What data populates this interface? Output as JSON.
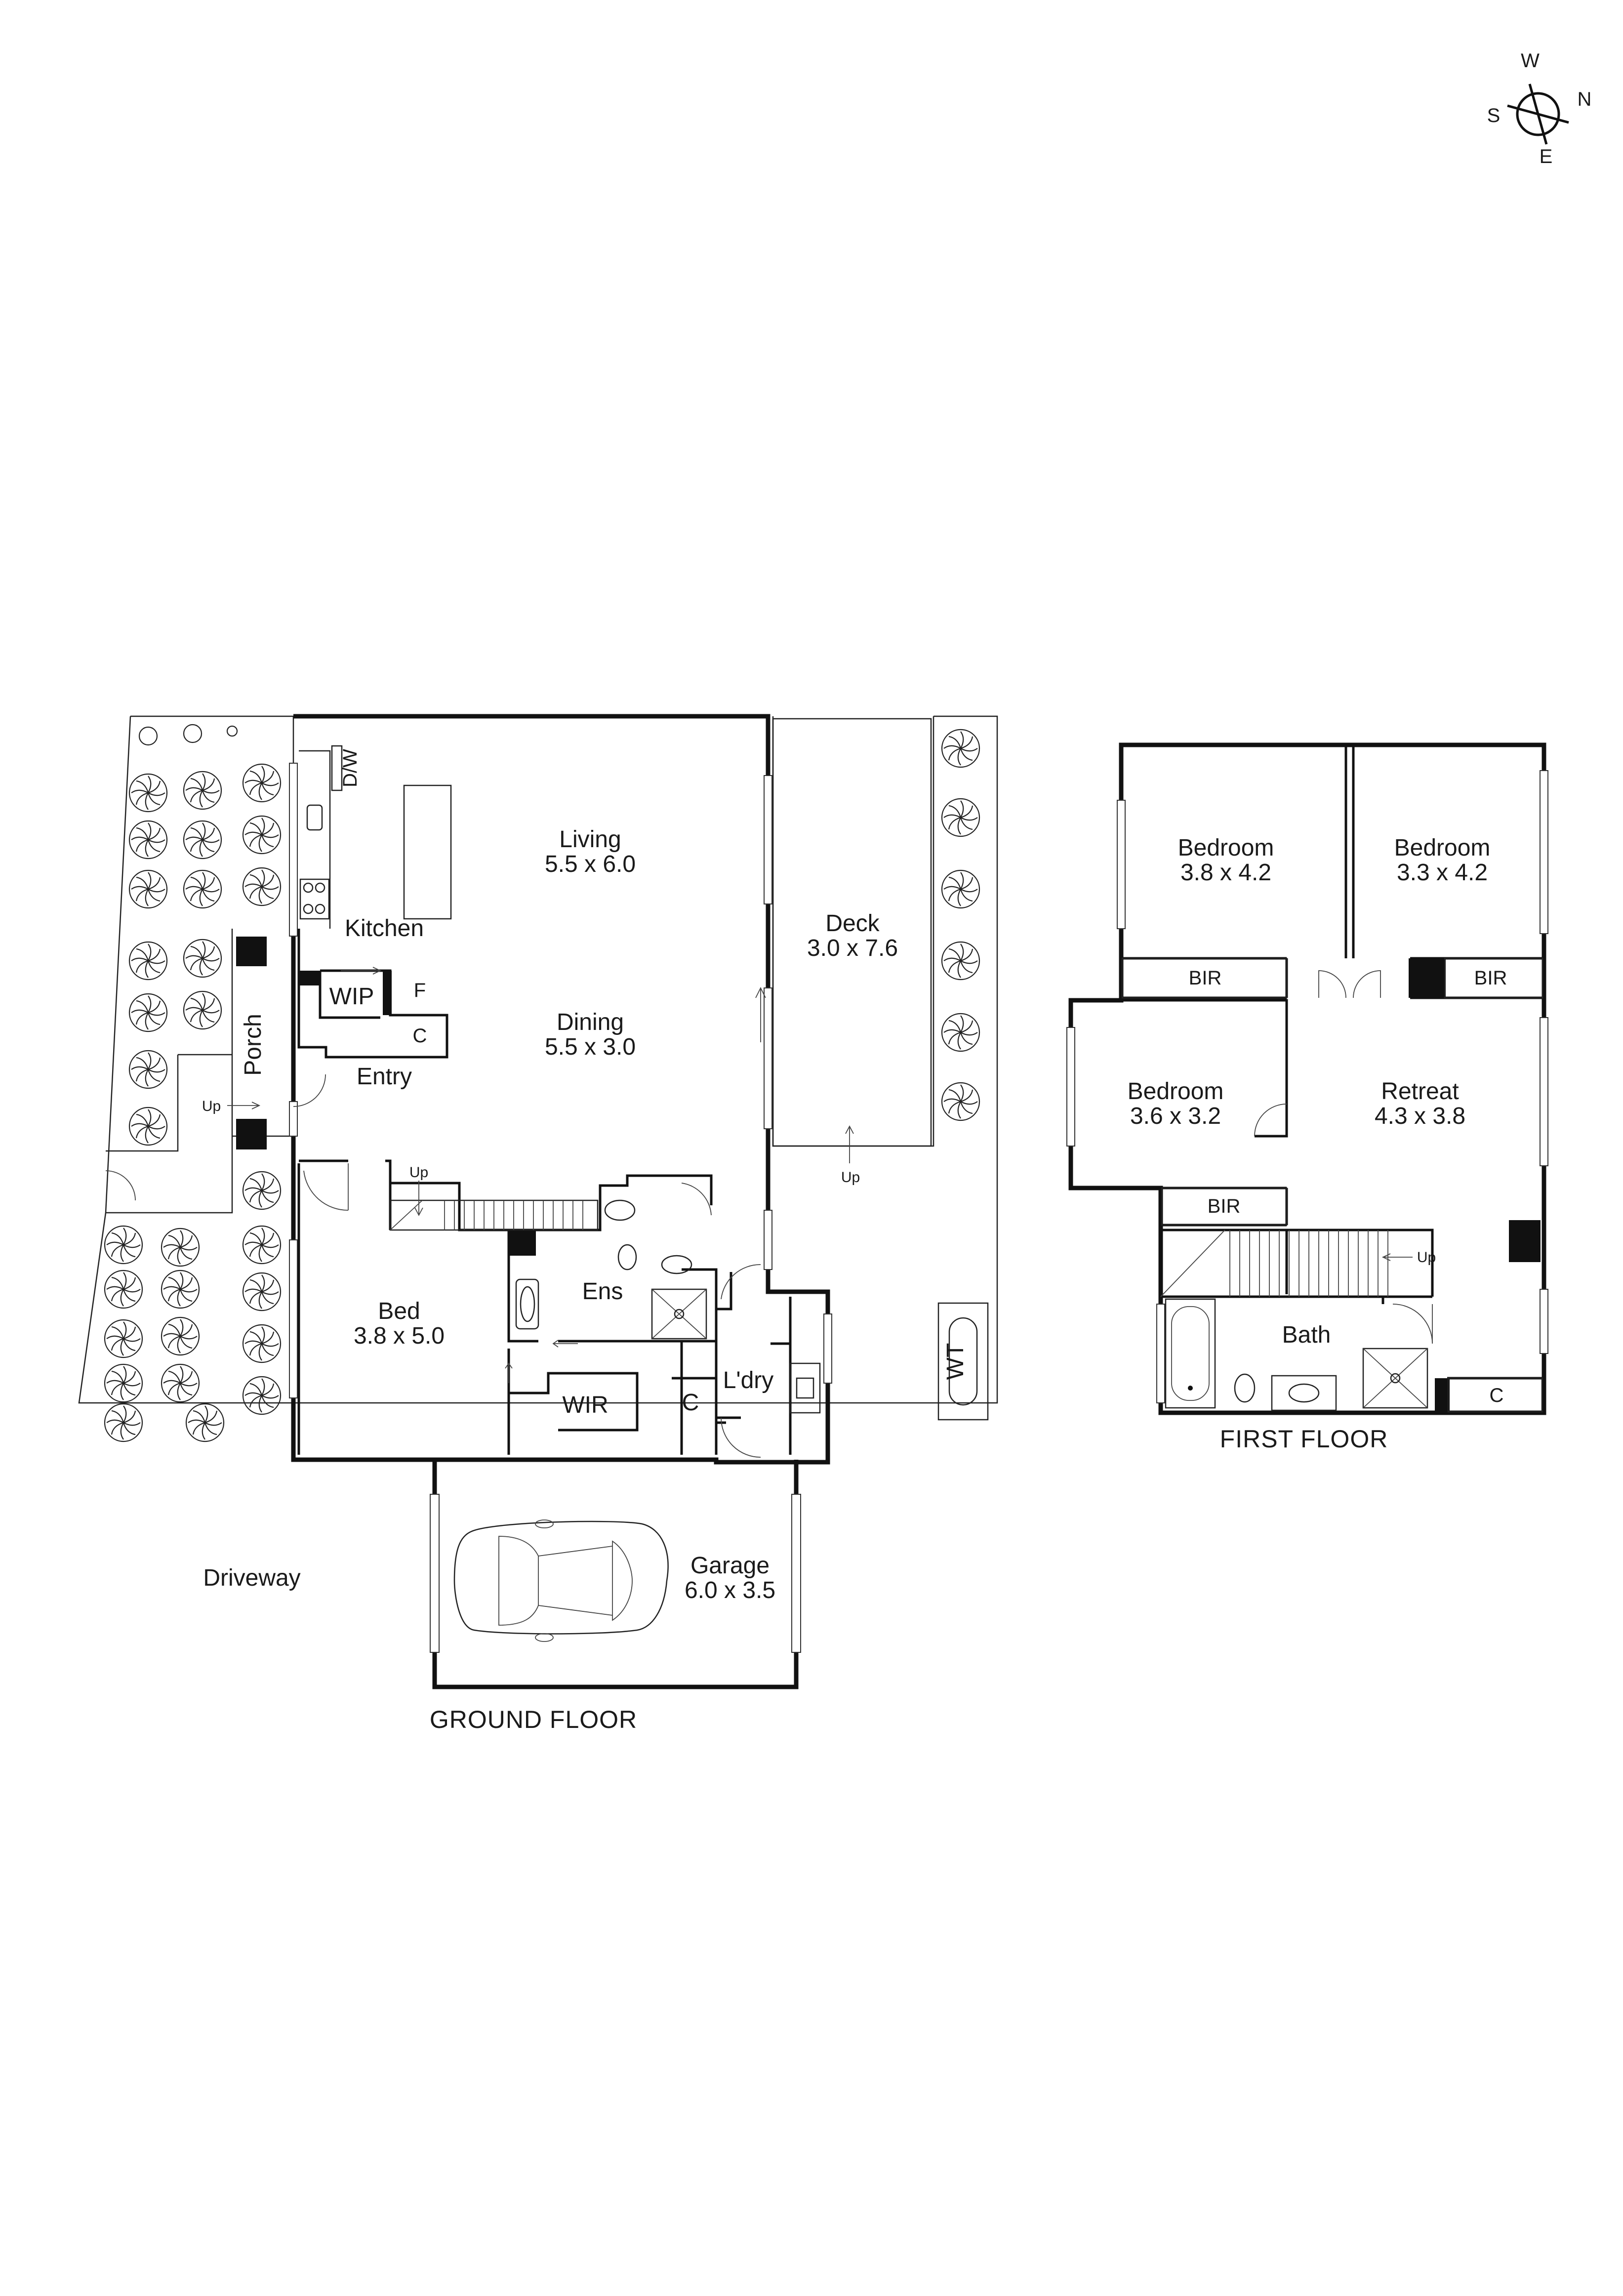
{
  "compass": {
    "n": "N",
    "s": "S",
    "e": "E",
    "w": "W"
  },
  "ground_floor": {
    "title": "GROUND FLOOR",
    "rooms": {
      "living_name": "Living",
      "living_size": "5.5 x 6.0",
      "dining_name": "Dining",
      "dining_size": "5.5 x 3.0",
      "kitchen": "Kitchen",
      "dw": "D/W",
      "wip": "WIP",
      "fridge": "F",
      "cupboard_kitchen": "C",
      "entry": "Entry",
      "porch": "Porch",
      "deck_name": "Deck",
      "deck_size": "3.0 x 7.6",
      "bed_name": "Bed",
      "bed_size": "3.8 x 5.0",
      "ens": "Ens",
      "wir": "WIR",
      "cupboard_laundry": "C",
      "laundry": "L'dry",
      "wt": "WT",
      "garage_name": "Garage",
      "garage_size": "6.0 x 3.5",
      "driveway": "Driveway"
    },
    "stairs_labels": {
      "porch_up": "Up",
      "hall_up": "Up",
      "deck_up": "Up"
    }
  },
  "first_floor": {
    "title": "FIRST FLOOR",
    "rooms": {
      "bed1_name": "Bedroom",
      "bed1_size": "3.8 x 4.2",
      "bed2_name": "Bedroom",
      "bed2_size": "3.3 x 4.2",
      "bed3_name": "Bedroom",
      "bed3_size": "3.6 x 3.2",
      "retreat_name": "Retreat",
      "retreat_size": "4.3 x 3.8",
      "bir1": "BIR",
      "bir2": "BIR",
      "bir3": "BIR",
      "bath": "Bath",
      "cupboard": "C"
    },
    "stairs_label": "Up"
  }
}
